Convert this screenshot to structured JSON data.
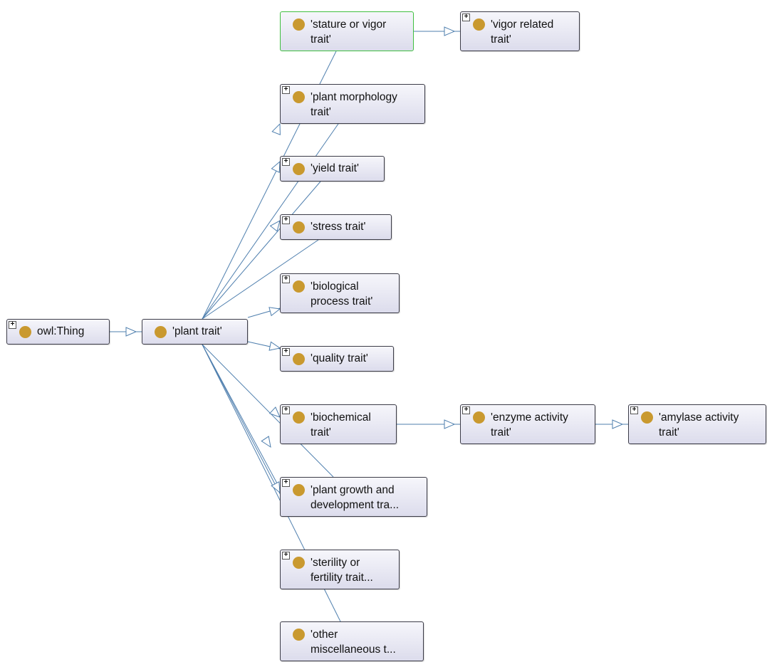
{
  "nodes": [
    {
      "id": "thing",
      "lines": [
        "owl:Thing"
      ],
      "expandable": true,
      "selected": false,
      "expand_glyph": "+"
    },
    {
      "id": "plant_trait",
      "lines": [
        "'plant trait'"
      ],
      "expandable": false,
      "selected": false
    },
    {
      "id": "stature",
      "lines": [
        "'stature or vigor",
        "trait'"
      ],
      "expandable": false,
      "selected": true
    },
    {
      "id": "vigor",
      "lines": [
        "'vigor related",
        "trait'"
      ],
      "expandable": true,
      "selected": false,
      "expand_glyph": "+"
    },
    {
      "id": "morphology",
      "lines": [
        "'plant morphology",
        "trait'"
      ],
      "expandable": true,
      "selected": false,
      "expand_glyph": "+"
    },
    {
      "id": "yield",
      "lines": [
        "'yield trait'"
      ],
      "expandable": true,
      "selected": false,
      "expand_glyph": "+"
    },
    {
      "id": "stress",
      "lines": [
        "'stress trait'"
      ],
      "expandable": true,
      "selected": false,
      "expand_glyph": "+"
    },
    {
      "id": "bioproc",
      "lines": [
        "'biological",
        "process trait'"
      ],
      "expandable": true,
      "selected": false,
      "expand_glyph": "+"
    },
    {
      "id": "quality",
      "lines": [
        "'quality trait'"
      ],
      "expandable": true,
      "selected": false,
      "expand_glyph": "+"
    },
    {
      "id": "biochem",
      "lines": [
        "'biochemical",
        "trait'"
      ],
      "expandable": true,
      "selected": false,
      "expand_glyph": "+"
    },
    {
      "id": "enzyme",
      "lines": [
        "'enzyme activity",
        "trait'"
      ],
      "expandable": true,
      "selected": false,
      "expand_glyph": "+"
    },
    {
      "id": "amylase",
      "lines": [
        "'amylase activity",
        "trait'"
      ],
      "expandable": true,
      "selected": false,
      "expand_glyph": "+"
    },
    {
      "id": "growth",
      "lines": [
        "'plant growth and",
        "development tra..."
      ],
      "expandable": true,
      "selected": false,
      "expand_glyph": "+"
    },
    {
      "id": "sterility",
      "lines": [
        "'sterility or",
        "fertility trait..."
      ],
      "expandable": true,
      "selected": false,
      "expand_glyph": "+"
    },
    {
      "id": "misc",
      "lines": [
        "'other",
        "miscellaneous t..."
      ],
      "expandable": false,
      "selected": false
    }
  ],
  "edges": [
    {
      "from": "thing",
      "to": "plant_trait"
    },
    {
      "from": "plant_trait",
      "to": "stature"
    },
    {
      "from": "plant_trait",
      "to": "morphology"
    },
    {
      "from": "plant_trait",
      "to": "yield"
    },
    {
      "from": "plant_trait",
      "to": "stress"
    },
    {
      "from": "plant_trait",
      "to": "bioproc"
    },
    {
      "from": "plant_trait",
      "to": "quality"
    },
    {
      "from": "plant_trait",
      "to": "biochem"
    },
    {
      "from": "plant_trait",
      "to": "growth"
    },
    {
      "from": "plant_trait",
      "to": "sterility"
    },
    {
      "from": "plant_trait",
      "to": "misc"
    },
    {
      "from": "stature",
      "to": "vigor"
    },
    {
      "from": "biochem",
      "to": "enzyme"
    },
    {
      "from": "enzyme",
      "to": "amylase"
    }
  ],
  "colors": {
    "edge": "#4f7fae",
    "node_border": "#3c3c48",
    "selected_border": "#3fbf3f",
    "class_dot": "#c9992f"
  },
  "icons": {
    "class": "class-circle-icon",
    "expand": "expand-plus-icon"
  }
}
